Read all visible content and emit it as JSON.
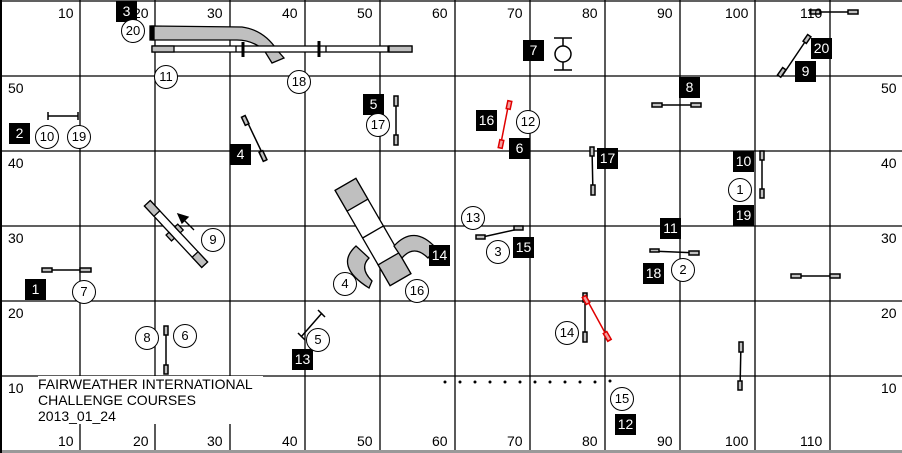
{
  "axes": {
    "x_ticks": [
      "10",
      "20",
      "30",
      "40",
      "50",
      "60",
      "70",
      "80",
      "90",
      "100",
      "110"
    ],
    "y_ticks": [
      "50",
      "40",
      "30",
      "20",
      "10"
    ]
  },
  "title": {
    "line1": "FAIRWEATHER INTERNATIONAL",
    "line2": "CHALLENGE COURSES",
    "date": "2013_01_24"
  },
  "course_a_numbers": [
    "1",
    "2",
    "3",
    "4",
    "5",
    "6",
    "7",
    "8",
    "9",
    "10",
    "11",
    "12",
    "13",
    "14",
    "15",
    "16",
    "17",
    "18",
    "19",
    "20"
  ],
  "course_b_numbers": [
    "1",
    "2",
    "3",
    "4",
    "5",
    "6",
    "7",
    "8",
    "9",
    "10",
    "11",
    "12",
    "13",
    "14",
    "15",
    "16",
    "17",
    "18",
    "19",
    "20"
  ],
  "colors": {
    "grid": "#000000",
    "equipment": "#bfbfbf",
    "highlight": "#e00000"
  }
}
